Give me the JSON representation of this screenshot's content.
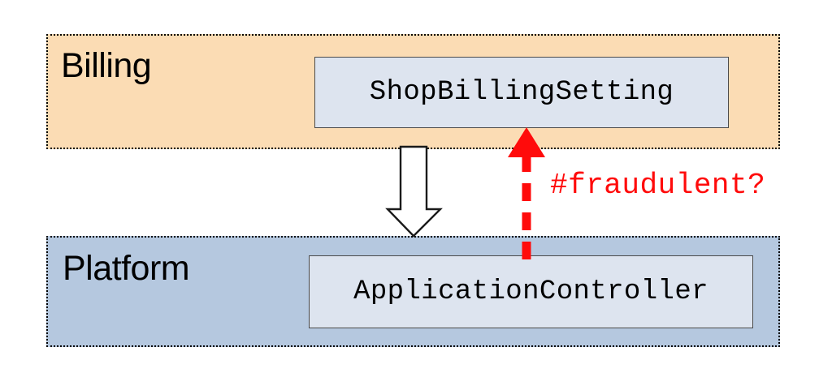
{
  "diagram": {
    "type": "uml-package-diagram",
    "background": "#ffffff",
    "packages": [
      {
        "id": "billing",
        "label": "Billing",
        "fill": "#FBDCB4",
        "border": "#000000",
        "border_style": "dotted",
        "classes": [
          {
            "id": "shopbillingsetting",
            "name": "ShopBillingSetting",
            "fill": "#DDE4EF",
            "border": "#4a4a4a"
          }
        ]
      },
      {
        "id": "platform",
        "label": "Platform",
        "fill": "#B5C8DF",
        "border": "#000000",
        "border_style": "dotted",
        "classes": [
          {
            "id": "applicationcontroller",
            "name": "ApplicationController",
            "fill": "#DDE4EF",
            "border": "#4a4a4a"
          }
        ]
      }
    ],
    "connectors": [
      {
        "id": "inheritance",
        "style": "hollow-block-arrow",
        "direction": "down",
        "from": "Billing",
        "to": "Platform",
        "stroke": "#000000",
        "fill": "#ffffff",
        "label": ""
      },
      {
        "id": "fraudulent-call",
        "style": "dashed-arrow",
        "direction": "up",
        "from": "ApplicationController",
        "to": "ShopBillingSetting",
        "stroke": "#FF0B0B",
        "label": "#fraudulent?"
      }
    ]
  },
  "colors": {
    "billing_fill": "#FBDCB4",
    "platform_fill": "#B5C8DF",
    "class_fill": "#DDE4EF",
    "accent_red": "#FF0B0B",
    "outline": "#000000"
  }
}
